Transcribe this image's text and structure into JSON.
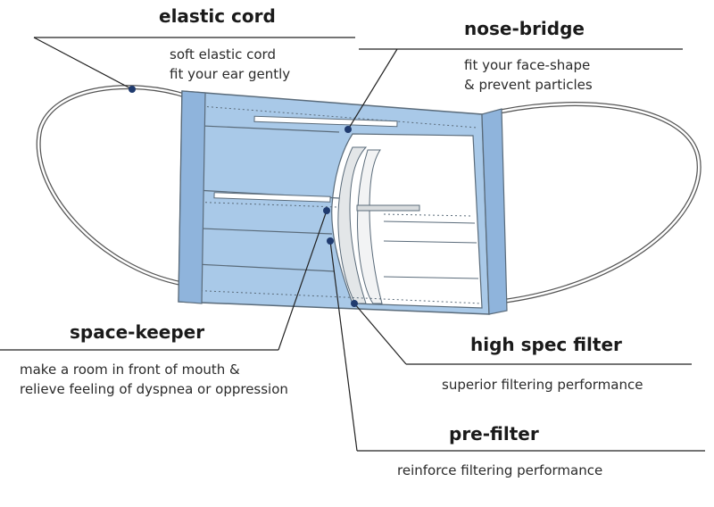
{
  "callouts": {
    "elastic_cord": {
      "title": "elastic cord",
      "desc": [
        "soft elastic cord",
        "fit your ear gently"
      ]
    },
    "nose_bridge": {
      "title": "nose-bridge",
      "desc": [
        "fit your face-shape",
        "& prevent particles"
      ]
    },
    "space_keeper": {
      "title": "space-keeper",
      "desc": [
        "make a room in front of mouth &",
        "relieve feeling of dyspnea or oppression"
      ]
    },
    "high_spec_filter": {
      "title": "high spec filter",
      "desc": [
        "superior filtering performance"
      ]
    },
    "pre_filter": {
      "title": "pre-filter",
      "desc": [
        "reinforce filtering performance"
      ]
    }
  },
  "colors": {
    "mask_blue": "#a9c9e8",
    "mask_blue_dark": "#8fb4dc",
    "inner_layer": "#ffffff",
    "layer_grey": "#e3e6e8",
    "outline": "#5a6b7a",
    "leader": "#222222",
    "dot": "#1f3a6e"
  }
}
